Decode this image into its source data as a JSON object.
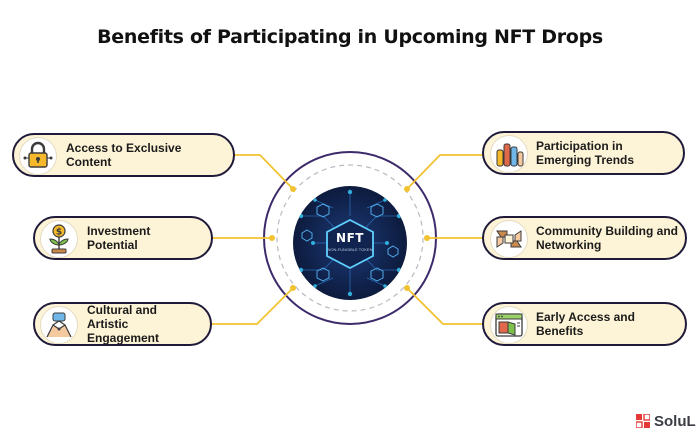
{
  "title": "Benefits of Participating in Upcoming NFT Drops",
  "center": {
    "label": "NFT",
    "sublabel": "NON-FUNGIBLE TOKEN"
  },
  "benefits_left": [
    {
      "label": "Access to Exclusive Content",
      "icon": "lock-icon"
    },
    {
      "label": "Investment Potential",
      "icon": "money-plant-icon"
    },
    {
      "label": "Cultural and Artistic Engagement",
      "icon": "hands-icon"
    }
  ],
  "benefits_right": [
    {
      "label": "Participation in Emerging Trends",
      "icon": "raised-hands-icon"
    },
    {
      "label": "Community Building and Networking",
      "icon": "joined-hands-icon"
    },
    {
      "label": "Early Access and Benefits",
      "icon": "window-door-icon"
    }
  ],
  "brand": {
    "text": "SoluL"
  },
  "colors": {
    "pill_fill": "#fdf3d6",
    "pill_border": "#1f1a3a",
    "connector": "#f2c230",
    "ring": "#3d2a6b",
    "hub": "#0d1b3e",
    "accent_cyan": "#38c6f4"
  }
}
